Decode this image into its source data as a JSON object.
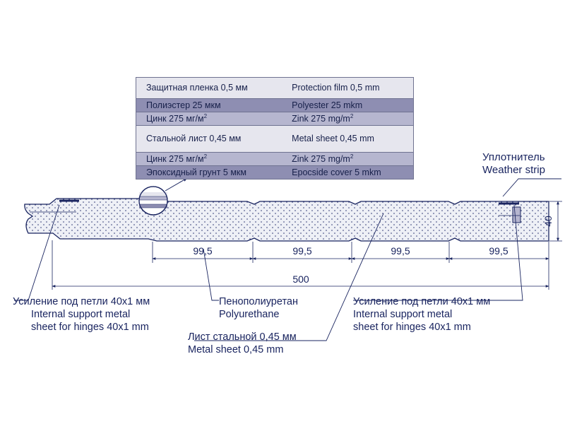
{
  "layers": [
    {
      "ru": "Защитная пленка 0,5 мм",
      "en": "Protection film 0,5 mm"
    },
    {
      "ru": "Полиэстер 25 мкм",
      "en": "Polyester 25 mkm"
    },
    {
      "ru": "Цинк 275 мг/м",
      "ru_sup": "2",
      "en": "Zink 275 mg/m",
      "en_sup": "2"
    },
    {
      "ru": "Стальной лист 0,45 мм",
      "en": "Metal sheet 0,45 mm"
    },
    {
      "ru": "Цинк 275 мг/м",
      "ru_sup": "2",
      "en": "Zink 275 mg/m",
      "en_sup": "2"
    },
    {
      "ru": "Эпоксидный грунт 5 мкм",
      "en": "Epocside cover 5 mkm"
    }
  ],
  "dimensions": {
    "segment": "99,5",
    "total": "500",
    "thickness": "40"
  },
  "labels": {
    "weather_strip_ru": "Уплотнитель",
    "weather_strip_en": "Weather strip",
    "hinge_left_ru": "Усиление под петли 40x1 мм",
    "hinge_left_en1": "Internal support metal",
    "hinge_left_en2": "sheet for hinges 40x1 mm",
    "polyurethane_ru": "Пенополиуретан",
    "polyurethane_en": "Polyurethane",
    "metal_sheet_ru": "Лист стальной 0,45 мм",
    "metal_sheet_en": "Metal sheet 0,45 mm",
    "hinge_right_ru": "Усиление под петли 40x1 мм",
    "hinge_right_en1": "Internal support metal",
    "hinge_right_en2": "sheet for hinges 40x1 mm"
  },
  "colors": {
    "ink": "#1a2560",
    "panel_fill": "#eef0f6",
    "row_light": "#e6e6ee",
    "row_mid": "#b6b6cf",
    "row_dark": "#8e8eb2"
  }
}
